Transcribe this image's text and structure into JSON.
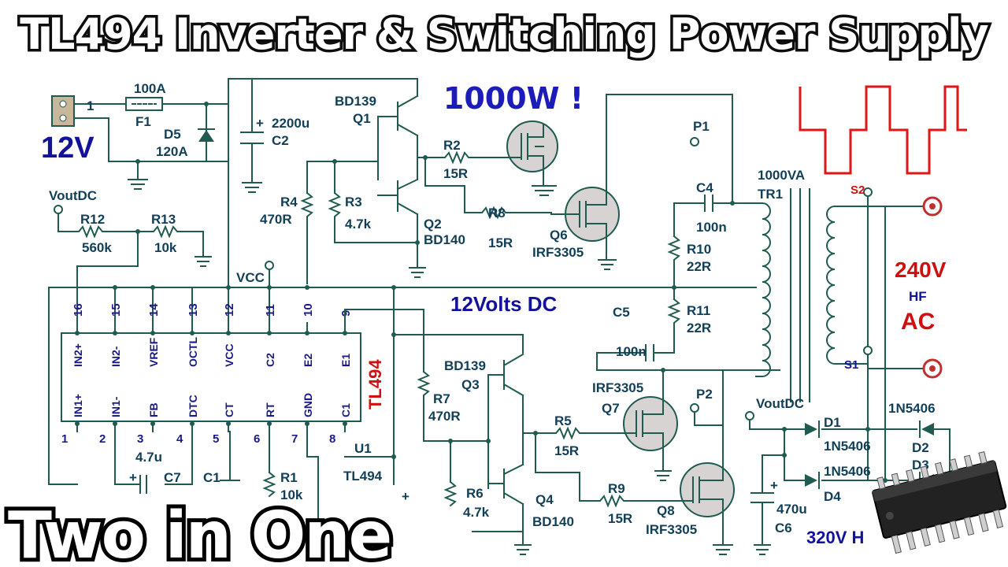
{
  "title": "TL494 Inverter & Switching Power Supply",
  "power": "1000W !",
  "subtitle": "Two in One",
  "colors": {
    "wire": "#1f5b50",
    "label": "#123f58",
    "accent_red": "#d01010",
    "accent_blue": "#12129a"
  },
  "labels": {
    "input_voltage": "12V",
    "fuse": "F1",
    "fuse_rating": "100A",
    "d5": "D5",
    "d5_rating": "120A",
    "c2_val": "2200u",
    "c2": "C2",
    "q1_type": "BD139",
    "q1": "Q1",
    "q2_type": "BD140",
    "q2": "Q2",
    "q3_type": "BD139",
    "q3": "Q3",
    "q4_type": "BD140",
    "q4": "Q4",
    "r2": "R2",
    "r2_val": "15R",
    "r3": "R3",
    "r3_val": "4.7k",
    "r4": "R4",
    "r4_val": "470R",
    "r5": "R5",
    "r5_val": "15R",
    "r6": "R6",
    "r6_val": "4.7k",
    "r7": "R7",
    "r7_val": "470R",
    "r8": "R8",
    "r8_val": "15R",
    "r9": "R9",
    "r9_val": "15R",
    "r10": "R10",
    "r10_val": "22R",
    "r11": "R11",
    "r11_val": "22R",
    "r12": "R12",
    "r12_val": "560k",
    "r13": "R13",
    "r13_val": "10k",
    "r1": "R1",
    "r1_val": "10k",
    "c4": "C4",
    "c4_val": "100n",
    "c5": "C5",
    "c5_val": "100n",
    "c6": "C6",
    "c6_val": "470u",
    "c7": "C7",
    "c7_val": "4.7u",
    "c1": "C1",
    "q6": "Q6",
    "q6_type": "IRF3305",
    "q7": "Q7",
    "q7_type": "IRF3305",
    "q8": "Q8",
    "q8_type": "IRF3305",
    "vout_dc": "VoutDC",
    "vcc": "VCC",
    "dc_bus": "12Volts DC",
    "p1": "P1",
    "p2": "P2",
    "tr_rating": "1000VA",
    "tr1": "TR1",
    "s1": "S1",
    "s2": "S2",
    "out_voltage": "240V",
    "out_hf": "HF",
    "out_ac": "AC",
    "d1": "D1",
    "d1_type": "1N5406",
    "d2": "D2",
    "d2_type": "1N5406",
    "d3": "D3",
    "d4": "D4",
    "d4_type": "1N5406",
    "hv_out": "320V H",
    "u1": "U1",
    "u1_type": "TL494",
    "chip_name": "TL494",
    "plus1": "+",
    "plus2": "+",
    "plus3": "+"
  },
  "ic_pins_top": [
    {
      "num": "16",
      "name": "IN2+"
    },
    {
      "num": "15",
      "name": "IN2-"
    },
    {
      "num": "14",
      "name": "VREF"
    },
    {
      "num": "13",
      "name": "OCTL"
    },
    {
      "num": "12",
      "name": "VCC"
    },
    {
      "num": "11",
      "name": "C2"
    },
    {
      "num": "10",
      "name": "E2"
    },
    {
      "num": "9",
      "name": "E1"
    }
  ],
  "ic_pins_bottom": [
    {
      "num": "1",
      "name": "IN1+"
    },
    {
      "num": "2",
      "name": "IN1-"
    },
    {
      "num": "3",
      "name": "FB"
    },
    {
      "num": "4",
      "name": "DTC"
    },
    {
      "num": "5",
      "name": "CT"
    },
    {
      "num": "6",
      "name": "RT"
    },
    {
      "num": "7",
      "name": "GND"
    },
    {
      "num": "8",
      "name": "C1"
    }
  ]
}
